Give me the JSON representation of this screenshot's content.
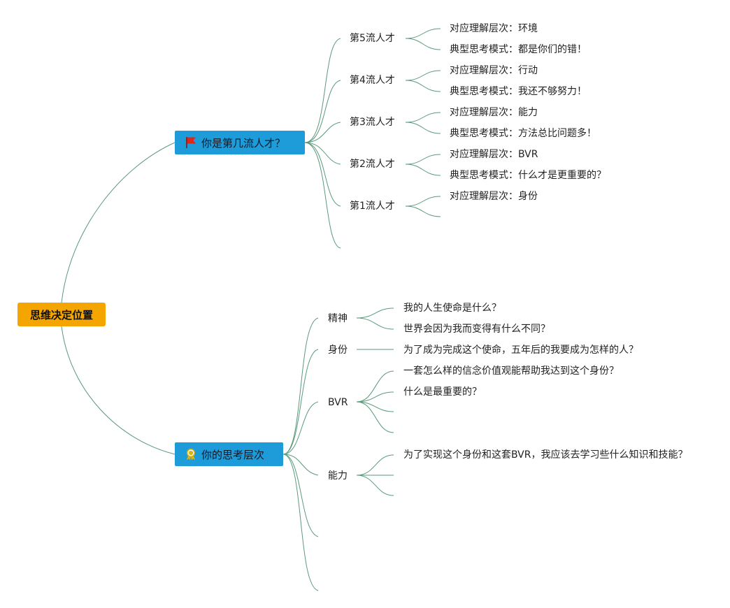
{
  "root": {
    "label": "思维决定位置"
  },
  "branch1": {
    "label": "你是第几流人才？",
    "icon": "red-flag-icon",
    "levels": [
      {
        "label": "第5流人才",
        "items": [
          "对应理解层次：环境",
          "典型思考模式：都是你们的错！"
        ]
      },
      {
        "label": "第4流人才",
        "items": [
          "对应理解层次：行动",
          "典型思考模式：我还不够努力！"
        ]
      },
      {
        "label": "第3流人才",
        "items": [
          "对应理解层次：能力",
          "典型思考模式：方法总比问题多！"
        ]
      },
      {
        "label": "第2流人才",
        "items": [
          "对应理解层次：BVR",
          "典型思考模式：什么才是更重要的？"
        ]
      },
      {
        "label": "第1流人才",
        "items": [
          "对应理解层次：身份",
          ""
        ]
      }
    ]
  },
  "branch2": {
    "label": "你的思考层次",
    "icon": "award-badge-icon",
    "levels": [
      {
        "label": "精神",
        "items": [
          "我的人生使命是什么？",
          "世界会因为我而变得有什么不同？"
        ]
      },
      {
        "label": "身份",
        "items": [
          "为了成为完成这个使命，五年后的我要成为怎样的人？"
        ]
      },
      {
        "label": "BVR",
        "items": [
          "一套怎么样的信念价值观能帮助我达到这个身份？",
          "什么是最重要的？",
          "",
          ""
        ]
      },
      {
        "label": "能力",
        "items": [
          "为了实现这个身份和这套BVR，我应该去学习些什么知识和技能？",
          "",
          ""
        ]
      }
    ]
  },
  "colors": {
    "root": "#f5a500",
    "main": "#1e9bd9",
    "line": "#5a9a7c",
    "flag": "#e0251b",
    "badge": "#d9b215"
  }
}
